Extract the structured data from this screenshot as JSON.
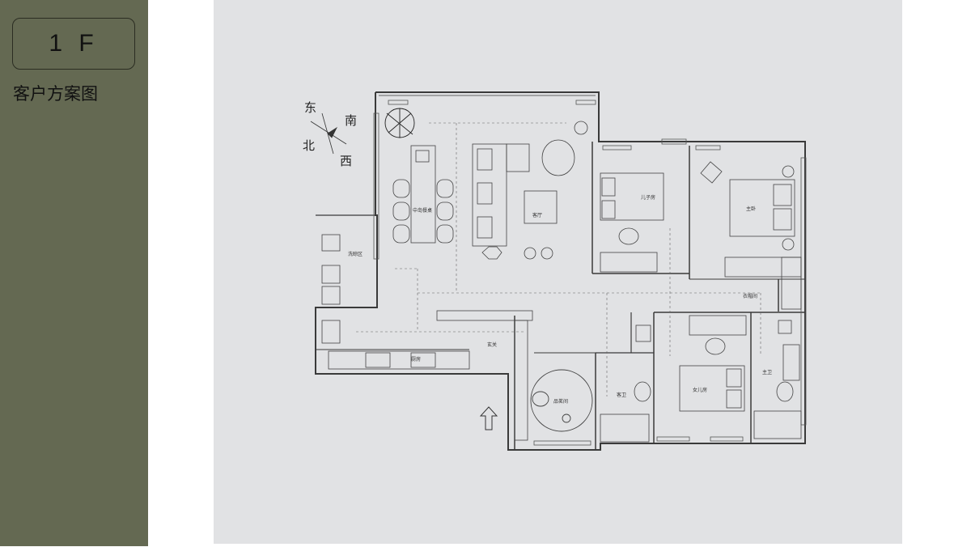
{
  "sidebar": {
    "level": "1 F",
    "title": "客户方案图"
  },
  "compass": {
    "east": "东",
    "south": "南",
    "north": "北",
    "west": "西"
  },
  "rooms": {
    "dining": "中岛餐桌",
    "living": "客厅",
    "laundry": "洗晾区",
    "son_room": "儿子房",
    "master_bedroom": "主卧",
    "wardrobe": "衣帽间",
    "daughter_room": "女儿房",
    "guest_bath": "客卫",
    "master_bath": "主卫",
    "tea_room": "品茗间",
    "kitchen": "厨房",
    "entrance": "玄关"
  },
  "colors": {
    "sidebar": "#646952",
    "canvas": "#e1e2e4",
    "wall": "#3a3a3a"
  }
}
